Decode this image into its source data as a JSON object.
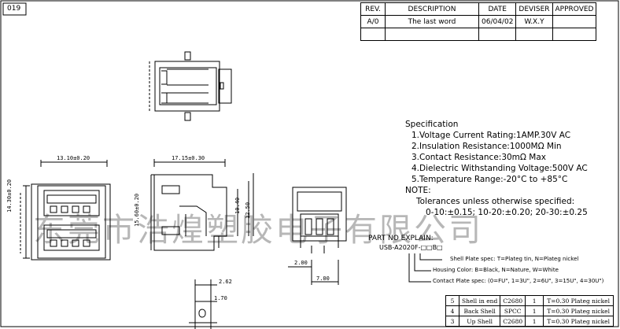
{
  "drawing_number": "019",
  "revision_table": {
    "headers": [
      "REV.",
      "DESCRIPTION",
      "DATE",
      "DEVISER",
      "APPROVED"
    ],
    "rows": [
      [
        "A/0",
        "The last word",
        "06/04/02",
        "W.X.Y",
        ""
      ]
    ]
  },
  "specification": {
    "title": "Specification",
    "items": [
      "1.Voltage Current Rating:1AMP.30V AC",
      "2.Insulation Resistance:1000MΩ  Min",
      "3.Contact Resistance:30mΩ  Max",
      "4.Dielectric Withstanding Voltage:500V AC",
      "5.Temperature Range:-20°C to +85°C"
    ],
    "note_label": "NOTE:",
    "tolerance_title": "Tolerances unless otherwise specified:",
    "tolerance_values": "0-10:±0.15; 10-20:±0.20; 20-30:±0.25"
  },
  "part_no": {
    "title": "PART NO EXPLAIN:",
    "code": "USB-A2020F-□□B□",
    "legend": [
      "Shell Plate spec: T=Plateg tin, N=Plateg nickel",
      "Housing Color: B=Black, N=Nature, W=White",
      "Contact Plate spec: (0=FU\", 1=3U\", 2=6U\", 3=15U\", 4=30U\")"
    ]
  },
  "dimensions": {
    "width_top": "13.10±0.20",
    "height_left": "14.30±0.20",
    "inner_height": "15.60±0.20",
    "length_side": "17.15±0.30",
    "side_h1": "10.40",
    "side_h2": "12.50",
    "pin_offset": "2.00",
    "pin_width": "7.00",
    "bottom_a": "2.62",
    "bottom_b": "1.70"
  },
  "bom": [
    [
      "5",
      "Shell in end",
      "C2680",
      "1",
      "T=0.30 Plateg nickel"
    ],
    [
      "4",
      "Back Shell",
      "SPCC",
      "1",
      "T=0.30 Plateg nickel"
    ],
    [
      "3",
      "Up Shell",
      "C2680",
      "1",
      "T=0.30 Plateg nickel"
    ]
  ],
  "watermark": "东莞市浩煌塑胶电子有限公司"
}
